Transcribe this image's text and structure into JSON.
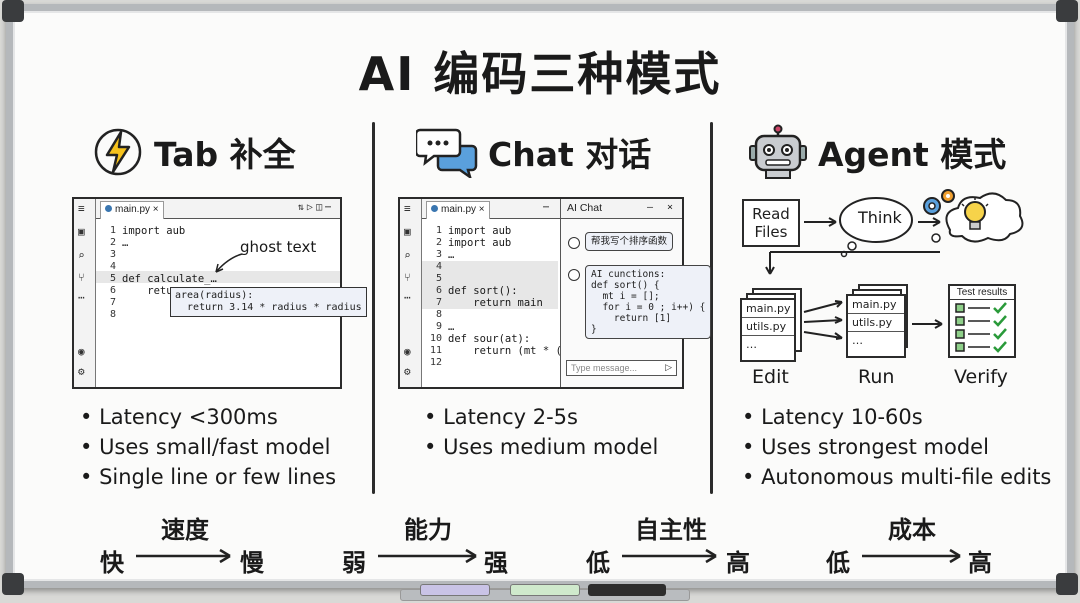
{
  "title": "AI 编码三种模式",
  "columns": [
    {
      "heading": "Tab 补全",
      "icon": "lightning-icon",
      "editor": {
        "tab": "main.py ×",
        "line_numbers": [
          "1",
          "2",
          "3",
          "4",
          "5",
          "6",
          "7",
          "8"
        ],
        "code": [
          "import aub",
          "…",
          "",
          "",
          "def calculate_…",
          "    retu",
          "",
          ""
        ],
        "annotation": "ghost text",
        "popup": [
          "area(radius):",
          "  return 3.14 * radius * radius"
        ]
      },
      "bullets": [
        "Latency <300ms",
        "Uses small/fast model",
        "Single line or few lines"
      ]
    },
    {
      "heading": "Chat 对话",
      "icon": "chat-bubbles-icon",
      "editor": {
        "tab": "main.py ×",
        "line_numbers": [
          "1",
          "2",
          "3",
          "4",
          "5",
          "6",
          "7",
          "8",
          "9",
          "10",
          "11",
          "12"
        ],
        "code": [
          "import aub",
          "import aub",
          "…",
          "",
          "",
          "def sort():",
          "    return main",
          "",
          "…",
          "def sour(at):",
          "    return (mt * (us)",
          ""
        ],
        "chat_title": "AI Chat",
        "chat_controls": "— ×",
        "user_message": "帮我写个排序函数",
        "ai_message": [
          "AI cunctions:",
          "def sort() {",
          "  mt i = [];",
          "  for i = 0 ; i++) {",
          "    return [1]",
          "}"
        ],
        "input_placeholder": "Type message..."
      },
      "bullets": [
        "Latency 2-5s",
        "Uses medium model"
      ]
    },
    {
      "heading": "Agent 模式",
      "icon": "robot-icon",
      "diagram": {
        "read_files": "Read\nFiles",
        "think": "Think",
        "files": [
          "main.py",
          "utils.py",
          "…"
        ],
        "files_run": [
          "main.py",
          "utils.py",
          "…"
        ],
        "test_title": "Test results",
        "labels": [
          "Edit",
          "Run",
          "Verify"
        ]
      },
      "bullets": [
        "Latency 10-60s",
        "Uses strongest model",
        "Autonomous multi-file edits"
      ]
    }
  ],
  "scales": [
    {
      "title": "速度",
      "low": "快",
      "high": "慢"
    },
    {
      "title": "能力",
      "low": "弱",
      "high": "强"
    },
    {
      "title": "自主性",
      "low": "低",
      "high": "高"
    },
    {
      "title": "成本",
      "low": "低",
      "high": "高"
    }
  ]
}
